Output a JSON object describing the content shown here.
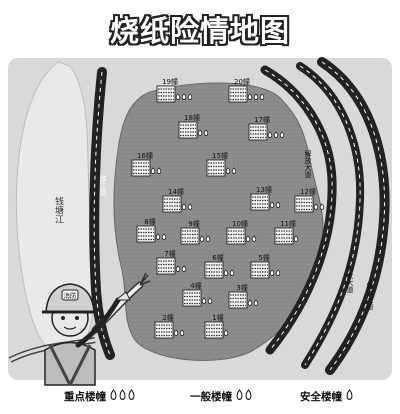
{
  "title": "烧纸险情地图",
  "map": {
    "river_label": "钱塘江",
    "road_labels": [
      "滨江路",
      "解放大道",
      "新大大道",
      "新大大道"
    ],
    "firefighter_badge": "消防",
    "icons": {
      "building": "building-icon",
      "fire": "fire-drop-icon",
      "firefighter": "firefighter-icon"
    },
    "colors": {
      "background": "#d9d9d9",
      "district": "#8c8c8c",
      "river": "#e6e6e6",
      "road": "#222222"
    },
    "buildings": [
      {
        "label": "19幢",
        "risk": 3
      },
      {
        "label": "20幢",
        "risk": 3
      },
      {
        "label": "18幢",
        "risk": 2
      },
      {
        "label": "17幢",
        "risk": 3
      },
      {
        "label": "16幢",
        "risk": 2
      },
      {
        "label": "15幢",
        "risk": 2
      },
      {
        "label": "14幢",
        "risk": 2
      },
      {
        "label": "13幢",
        "risk": 2
      },
      {
        "label": "12幢",
        "risk": 2
      },
      {
        "label": "8幢",
        "risk": 2
      },
      {
        "label": "9幢",
        "risk": 2
      },
      {
        "label": "10幢",
        "risk": 2
      },
      {
        "label": "11幢",
        "risk": 1
      },
      {
        "label": "7幢",
        "risk": 2
      },
      {
        "label": "6幢",
        "risk": 2
      },
      {
        "label": "5幢",
        "risk": 2
      },
      {
        "label": "4幢",
        "risk": 2
      },
      {
        "label": "3幢",
        "risk": 2
      },
      {
        "label": "2幢",
        "risk": 2
      },
      {
        "label": "1幢",
        "risk": 1
      }
    ]
  },
  "legend": [
    {
      "label": "重点楼幢",
      "drops": 3
    },
    {
      "label": "一般楼幢",
      "drops": 2
    },
    {
      "label": "安全楼幢",
      "drops": 1
    }
  ]
}
